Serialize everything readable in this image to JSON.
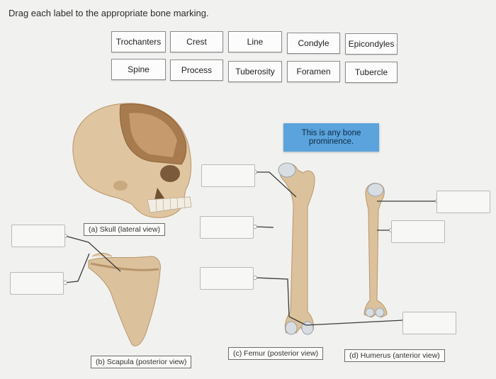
{
  "instructions": "Drag each label to the appropriate bone marking.",
  "labels": [
    "Trochanters",
    "Crest",
    "Line",
    "Condyle",
    "Epicondyles",
    "Spine",
    "Process",
    "Tuberosity",
    "Foramen",
    "Tubercle"
  ],
  "hint": "This is any bone prominence.",
  "captions": {
    "skull": "(a) Skull (lateral view)",
    "scapula": "(b) Scapula (posterior view)",
    "femur": "(c) Femur (posterior view)",
    "humerus": "(d) Humerus (anterior view)"
  },
  "colors": {
    "bone": "#dcc29c",
    "bone_shadow": "#b8946a",
    "hint_bg": "#5aa3dc",
    "leader_line": "#3a3a3a"
  }
}
